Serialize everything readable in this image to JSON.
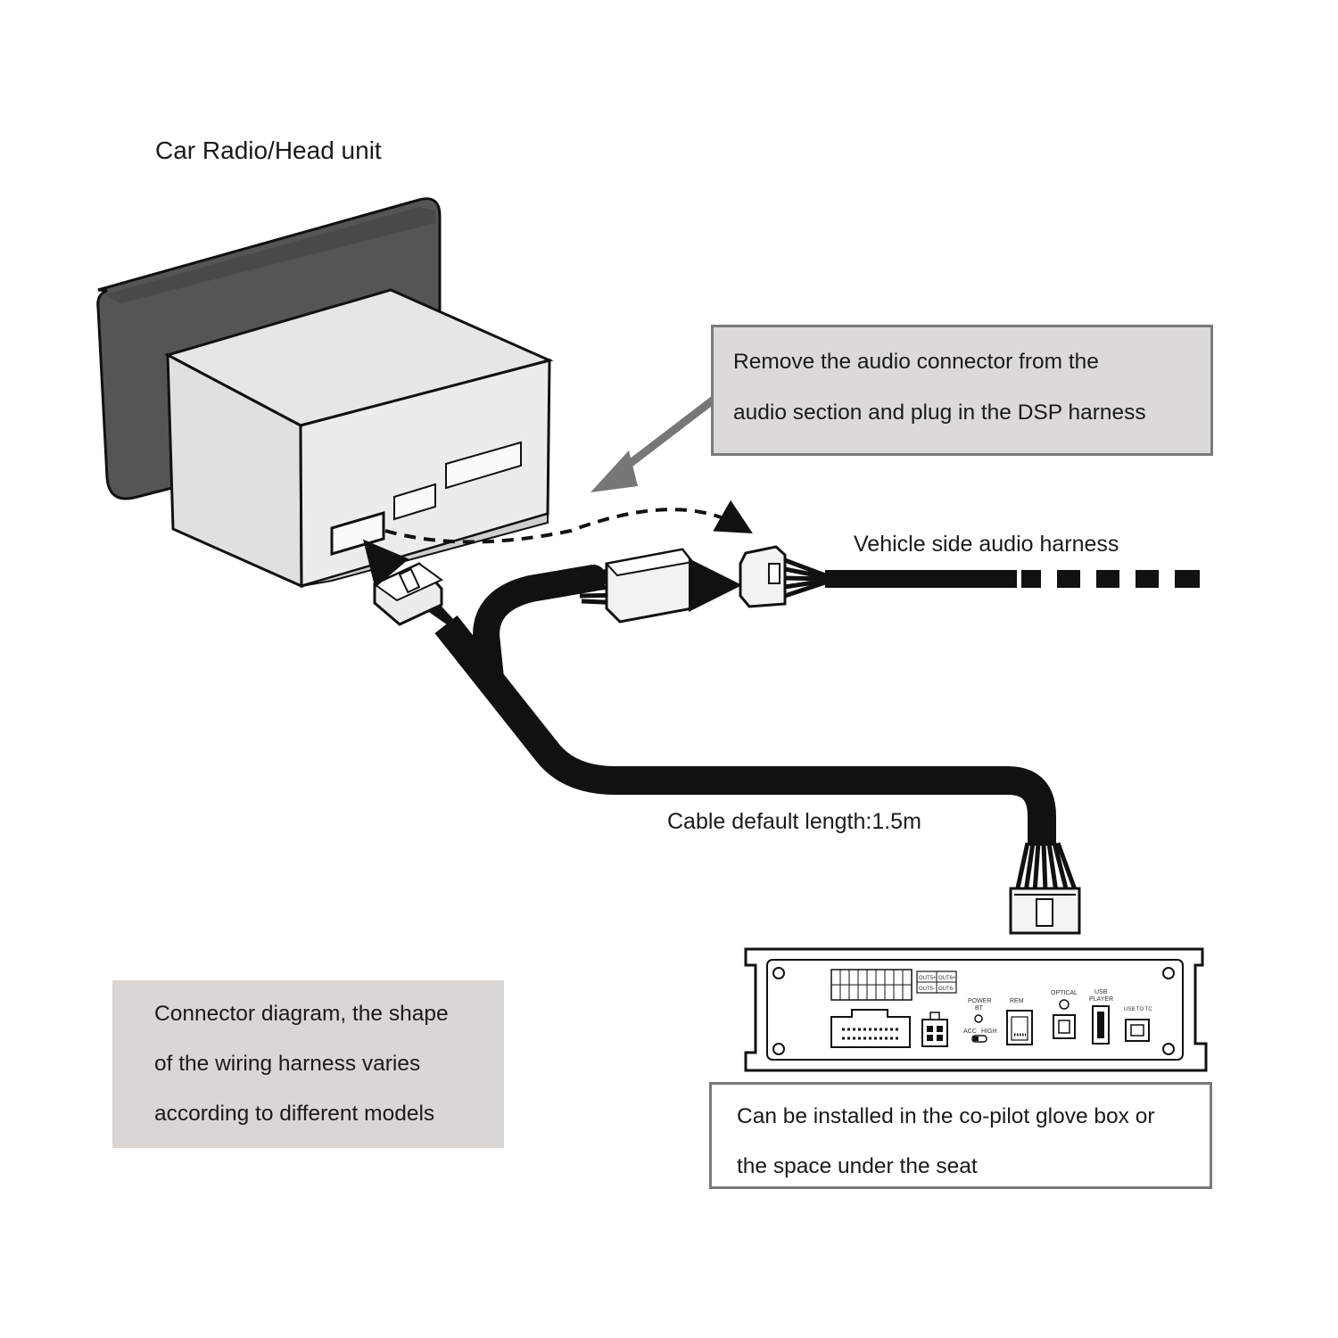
{
  "title": "Car Radio/Head unit",
  "vehicle_harness_label": "Vehicle side audio harness",
  "cable_length_label": "Cable default length:1.5m",
  "callouts": {
    "remove_connector": [
      "Remove the audio connector from the",
      "audio section and plug in the DSP harness"
    ],
    "connector_diagram": [
      "Connector diagram, the shape",
      "of the wiring harness varies",
      "according to different models"
    ],
    "install_location": [
      "Can be installed in the co-pilot glove box or",
      "the space under the seat"
    ]
  },
  "dsp_panel": {
    "out_labels": [
      "OUT5+",
      "OUT6+",
      "OUT5-",
      "OUT6-"
    ],
    "power_label": [
      "POWER",
      "BT"
    ],
    "switch_labels": [
      "ACC",
      "HIGH"
    ],
    "rem_label": "REM",
    "optical_label": "OPTICAL",
    "usb_player_label": [
      "USB",
      "PLAYER"
    ],
    "usb_to_tc_label": "USB TO TC"
  }
}
